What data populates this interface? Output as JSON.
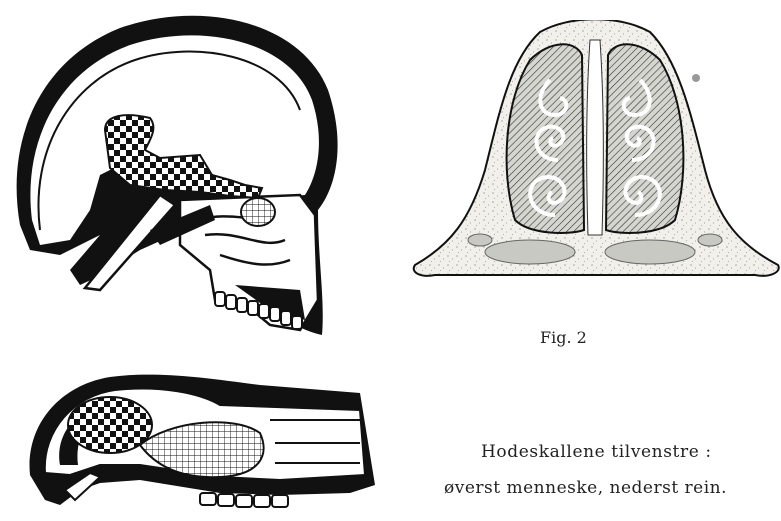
{
  "figure_label": "Fig. 2",
  "caption": {
    "line1": "Hodeskallene tilvenstre :",
    "line2": "øverst menneske, nederst rein."
  },
  "palette": {
    "ink": "#111111",
    "paper": "#ffffff",
    "stipple_bg": "#f1f0ea",
    "sinus_gray": "#c9c9c3"
  }
}
